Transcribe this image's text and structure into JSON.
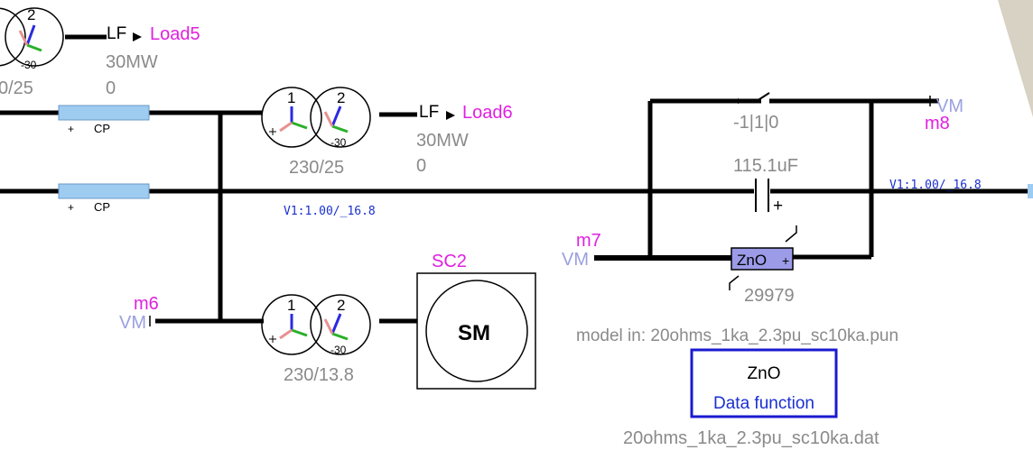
{
  "loads": {
    "load5": {
      "tag": "LF",
      "name": "Load5",
      "p": "30MW",
      "q": "0"
    },
    "load6": {
      "tag": "LF",
      "name": "Load6",
      "p": "30MW",
      "q": "0"
    }
  },
  "transformers": {
    "t_top": {
      "ratio": "0/25",
      "w2": "2",
      "phase": "-30"
    },
    "t_mid": {
      "ratio": "230/25",
      "w1": "1",
      "w2": "2",
      "phase": "-30"
    },
    "t_bot": {
      "ratio": "230/13.8",
      "w1": "1",
      "w2": "2",
      "phase": "-30"
    }
  },
  "lines": {
    "cp1": {
      "plus": "+",
      "label": "CP"
    },
    "cp2": {
      "plus": "+",
      "label": "CP"
    }
  },
  "voltages": {
    "v_left": "V1:1.00/_16.8",
    "v_right": "V1:1.00/_16.8"
  },
  "meters": {
    "m6": {
      "name": "m6",
      "vm": "VM"
    },
    "m7": {
      "name": "m7",
      "vm": "VM"
    },
    "m8": {
      "name": "m8",
      "vm": "VM"
    }
  },
  "switch": {
    "state": "-1|1|0",
    "plus": "+"
  },
  "capacitor": {
    "value": "115.1uF",
    "plus": "+"
  },
  "surge_arrester": {
    "label": "ZnO",
    "plus": "+",
    "value": "29979"
  },
  "machine": {
    "name": "SC2",
    "label": "SM"
  },
  "model": {
    "info": "model in: 20ohms_1ka_2.3pu_sc10ka.pun"
  },
  "data_function": {
    "title": "ZnO",
    "subtitle": "Data function",
    "file": "20ohms_1ka_2.3pu_sc10ka.dat"
  },
  "colors": {
    "wire": "#000000",
    "line_fill": "#9ecbf0",
    "zno_fill": "#9b9be8",
    "box_border": "#1a1ad0",
    "label_magenta": "#e020e0"
  }
}
